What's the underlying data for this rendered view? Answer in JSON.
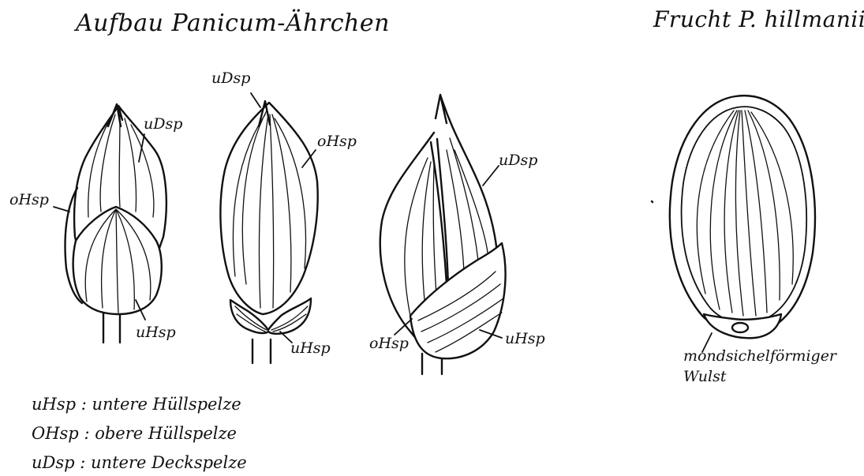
{
  "titles": {
    "left": "Aufbau Panicum-Ährchen",
    "right": "Frucht P. hillmanii"
  },
  "labels": {
    "fig1_ohsp": "oHsp",
    "fig1_udsp": "uDsp",
    "fig1_uhsp": "uHsp",
    "fig2_udsp": "uDsp",
    "fig2_ohsp": "oHsp",
    "fig2_uhsp": "uHsp",
    "fig3_udsp": "uDsp",
    "fig3_ohsp": "oHsp",
    "fig3_uhsp": "uHsp",
    "fruit_line1": "mondsichelförmiger",
    "fruit_line2": "Wulst"
  },
  "legend": [
    {
      "abbr": "uHsp",
      "text": ": untere Hüllspelze"
    },
    {
      "abbr": "OHsp",
      "text": ": obere Hüllspelze"
    },
    {
      "abbr": "uDsp",
      "text": ": untere Deckspelze"
    }
  ]
}
